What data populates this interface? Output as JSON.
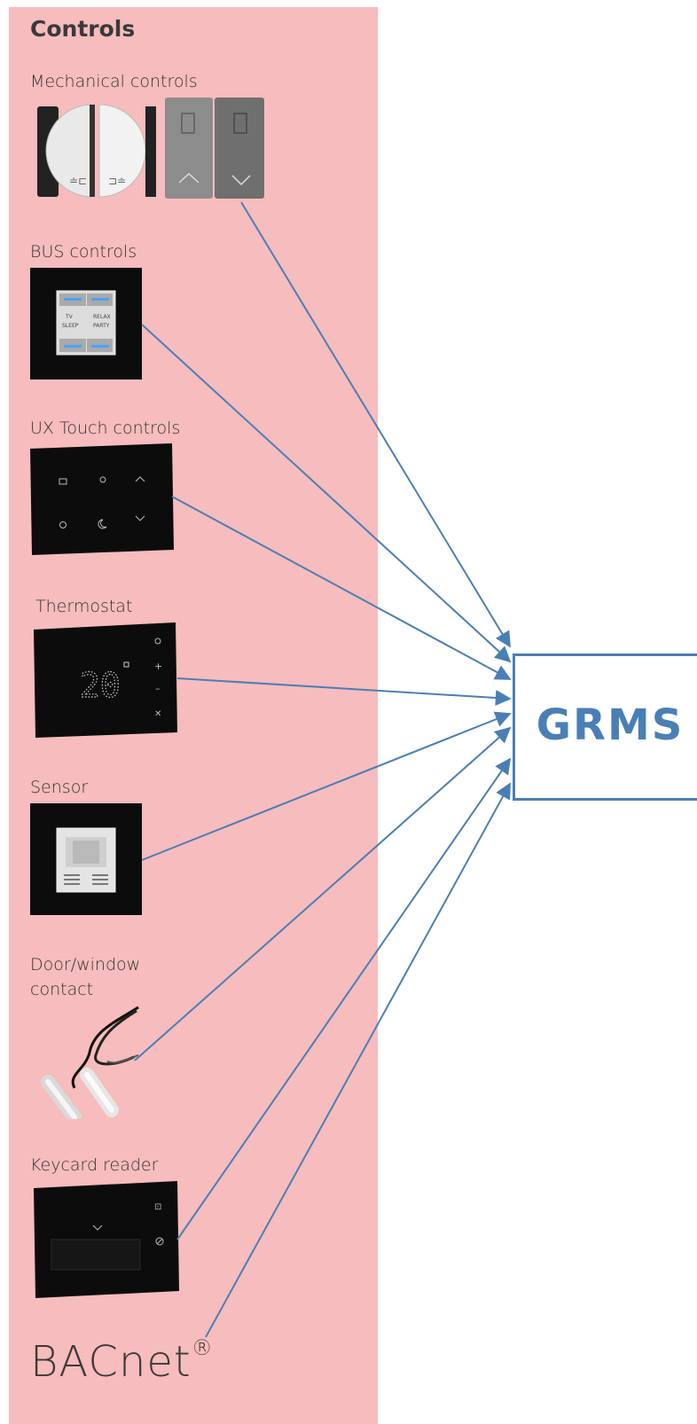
{
  "panel": {
    "heading": "Controls",
    "labels": {
      "mechanical": "Mechanical controls",
      "bus": "BUS controls",
      "ux_touch": "UX Touch controls",
      "thermostat": "Thermostat",
      "sensor": "Sensor",
      "door_window_line1": "Door/window",
      "door_window_line2": "contact",
      "keycard": "Keycard reader",
      "bacnet": "BACnet",
      "bacnet_mark": "®"
    },
    "device_text": {
      "bus_tv": "TV",
      "bus_relax": "RELAX",
      "bus_sleep": "SLEEP",
      "bus_party": "PARTY",
      "thermostat_display": "20"
    }
  },
  "target": {
    "label": "GRMS"
  },
  "colors": {
    "panel_bg": "#f7bcbd",
    "arrow": "#4a7fb5",
    "grms": "#4a7fb5",
    "device_black": "#0c0c0c"
  },
  "connections": [
    {
      "from": "mechanical-controls",
      "to": "GRMS"
    },
    {
      "from": "bus-controls",
      "to": "GRMS"
    },
    {
      "from": "ux-touch-controls",
      "to": "GRMS"
    },
    {
      "from": "thermostat",
      "to": "GRMS"
    },
    {
      "from": "sensor",
      "to": "GRMS"
    },
    {
      "from": "door-window-contact",
      "to": "GRMS"
    },
    {
      "from": "keycard-reader",
      "to": "GRMS"
    },
    {
      "from": "bacnet",
      "to": "GRMS"
    }
  ]
}
